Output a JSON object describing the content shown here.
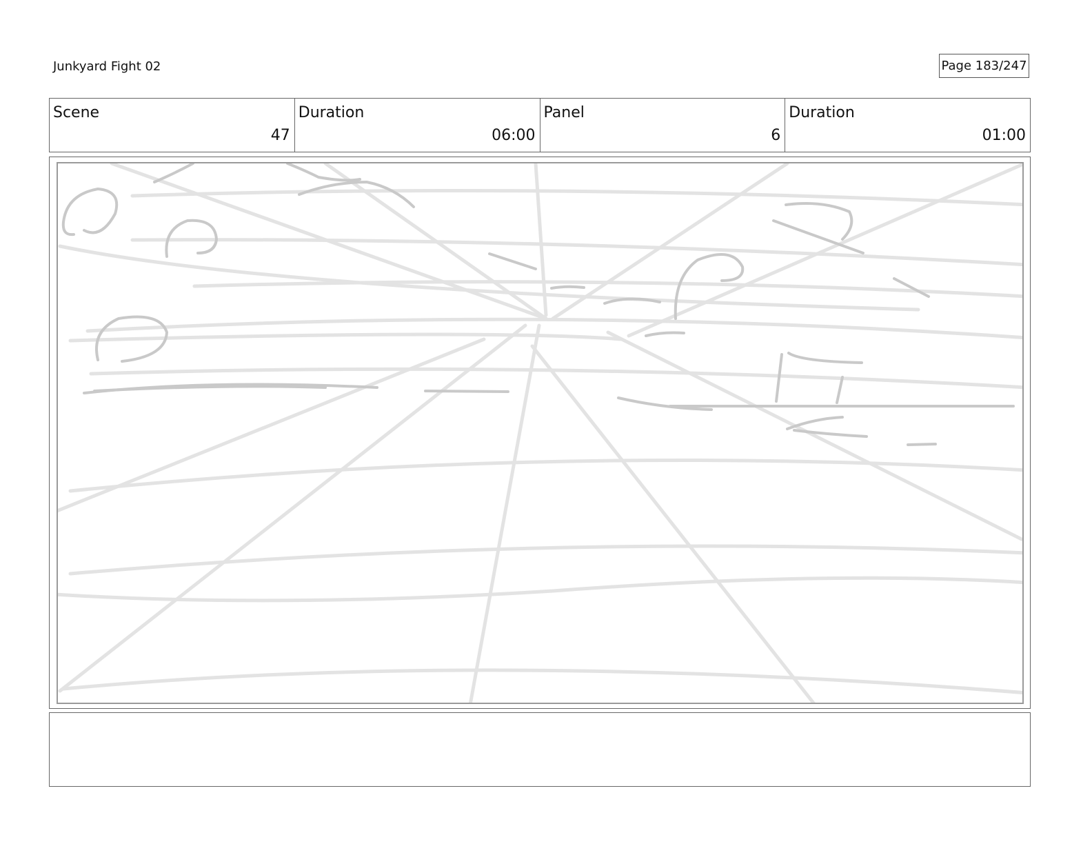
{
  "document": {
    "title": "Junkyard Fight 02",
    "page_label": "Page 183/247"
  },
  "info": {
    "scene_label": "Scene",
    "scene_value": "47",
    "scene_duration_label": "Duration",
    "scene_duration_value": "06:00",
    "panel_label": "Panel",
    "panel_value": "6",
    "panel_duration_label": "Duration",
    "panel_duration_value": "01:00"
  },
  "notes": {
    "text": ""
  }
}
